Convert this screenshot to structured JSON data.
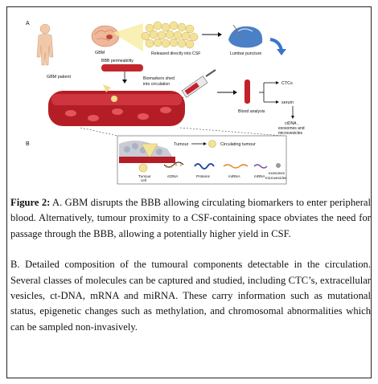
{
  "figure": {
    "panel_a": "A",
    "panel_b": "B",
    "labels": {
      "gbm": "GBM",
      "gbm_patient": "GBM patient",
      "released_csf": "Released directly into CSF",
      "lumbar_puncture": "Lumbar puncture",
      "bbb_permeability": "BBB permeability",
      "biomarkers_shed": "Biomarkers shed",
      "into_circulation": "into circulation",
      "blood_analysis": "Blood analysis",
      "ctcs": "CTCs",
      "serum": "serum",
      "ctdna": "ctDNA ,",
      "exosomes": "exosomes and",
      "microvesicles": "microvesicles",
      "tumour": "Tumour",
      "circulating_tumour": "Circulating tumour",
      "tumour_cell_1": "Tumour",
      "tumour_cell_2": "cell",
      "ctdna_b": "ctDNA",
      "proteins": "Proteins",
      "mirna": "miRNA",
      "mrna": "mRNA",
      "exosomes_b": "exosomes",
      "microvesicles_b": "microvesicles"
    }
  },
  "caption": {
    "label": "Figure 2:",
    "para1": " A. GBM disrupts the BBB allowing circulating biomarkers to enter peripheral blood. Alternatively, tumour proximity to a CSF-containing space obviates the need for passage through the BBB, allowing a potentially higher yield in CSF.",
    "para2": "B. Detailed composition of the tumoural components detectable in the circulation. Several classes of molecules can be captured and studied, including CTC’s, extracellular vesicles, ct-DNA, mRNA and miRNA. These carry information such as mutational status, epigenetic changes such as methylation, and chromosomal abnormalities which can be sampled non-invasively."
  }
}
